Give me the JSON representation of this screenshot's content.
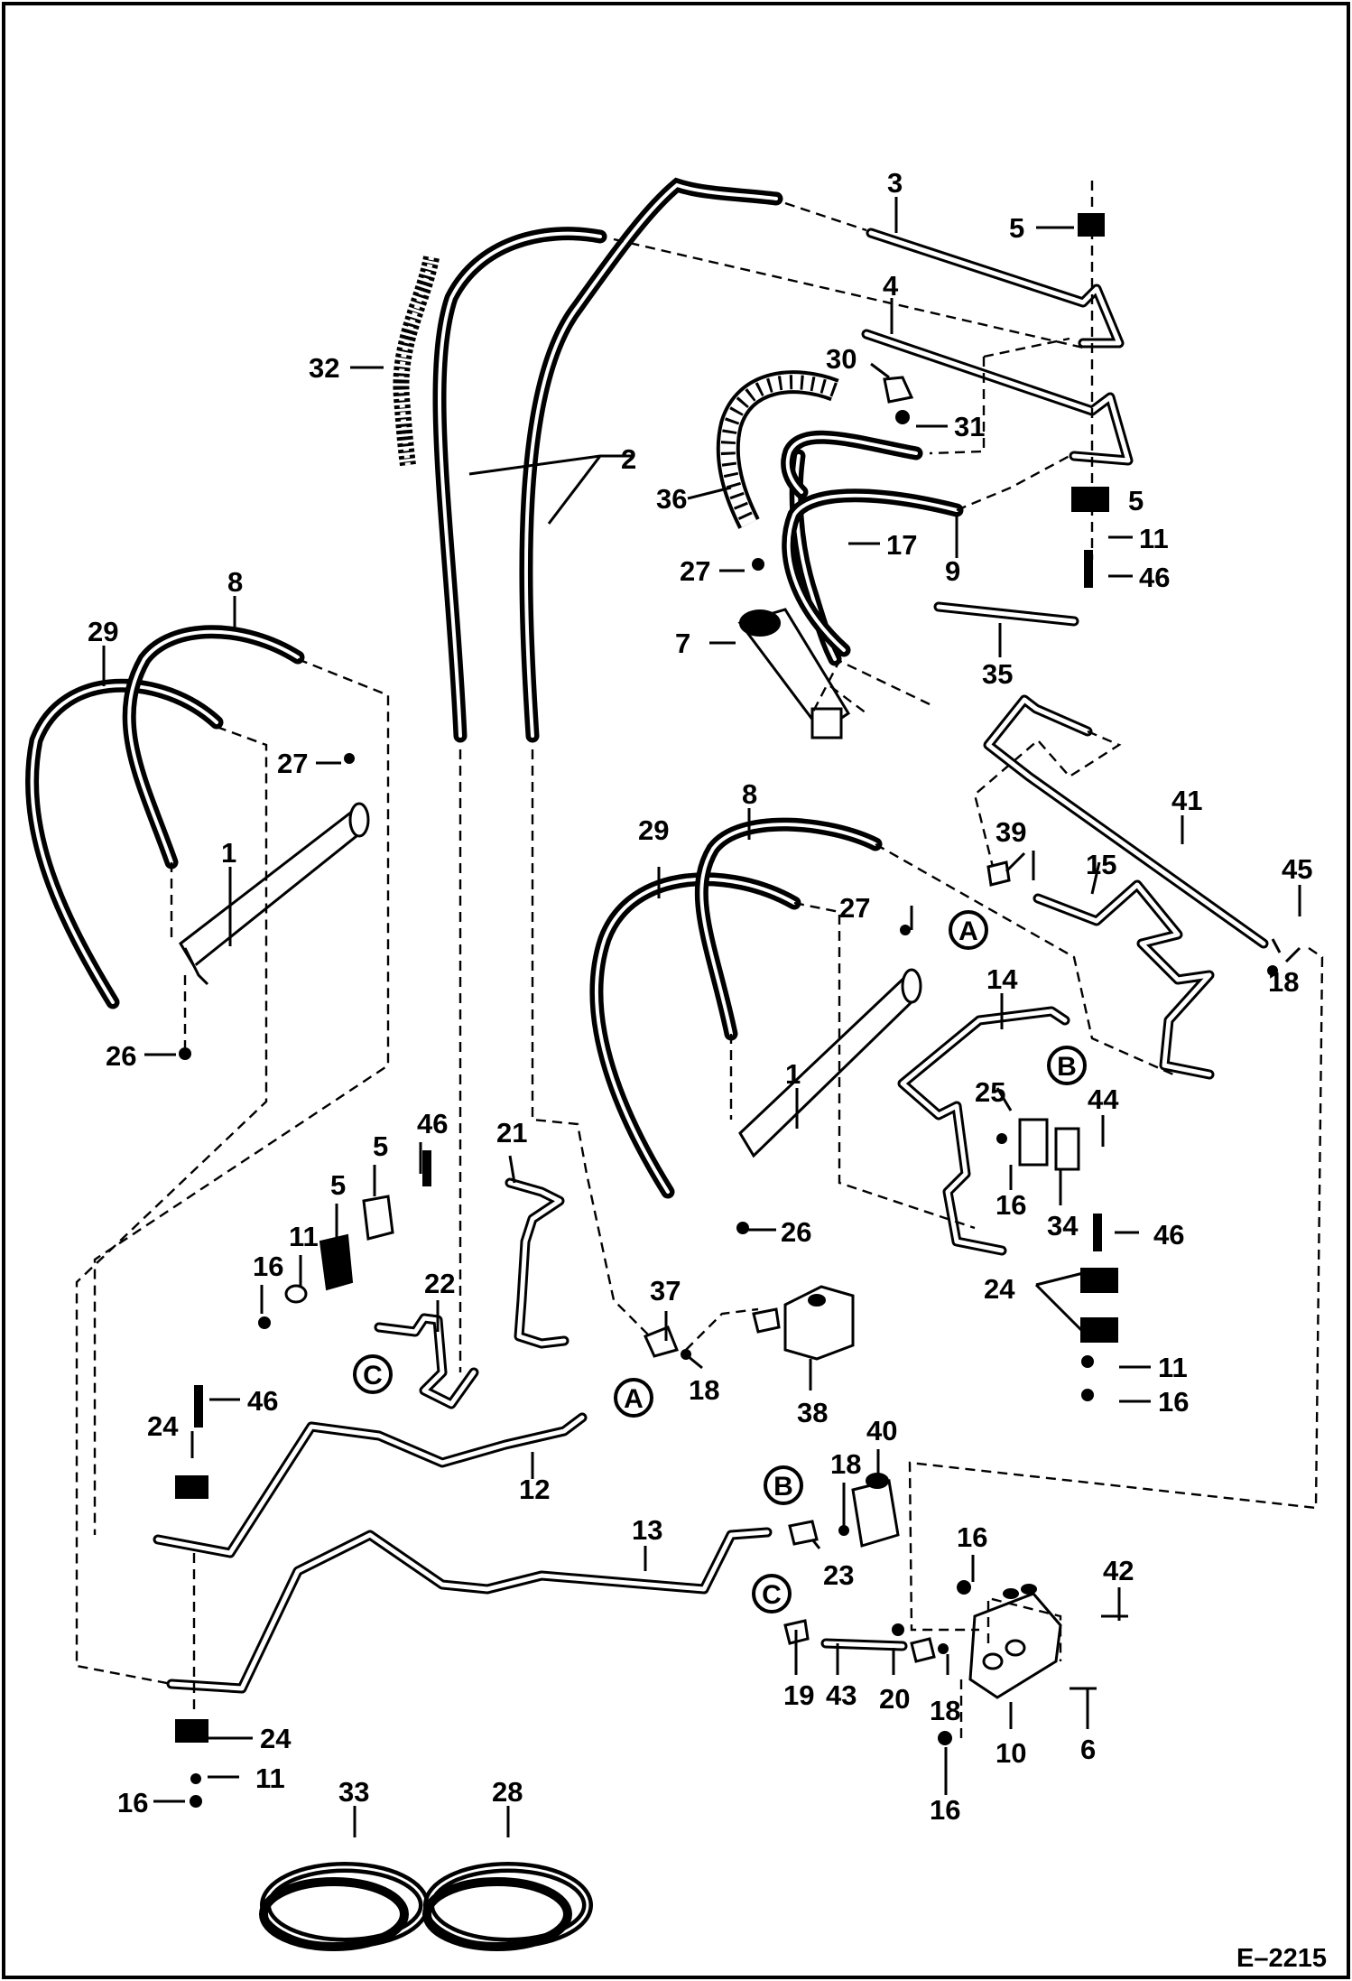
{
  "figure": {
    "drawing_number": "E–2215"
  },
  "callouts": {
    "c1a": "1",
    "c1b": "1",
    "c2": "2",
    "c3": "3",
    "c4": "4",
    "c5a": "5",
    "c5b": "5",
    "c5c": "5",
    "c5d": "5",
    "c6": "6",
    "c7": "7",
    "c8a": "8",
    "c8b": "8",
    "c9": "9",
    "c10": "10",
    "c11a": "11",
    "c11b": "11",
    "c11c": "11",
    "c11d": "11",
    "c12": "12",
    "c13": "13",
    "c14": "14",
    "c15": "15",
    "c16a": "16",
    "c16b": "16",
    "c16c": "16",
    "c16d": "16",
    "c16e": "16",
    "c16f": "16",
    "c17": "17",
    "c18a": "18",
    "c18b": "18",
    "c18c": "18",
    "c18d": "18",
    "c19": "19",
    "c20": "20",
    "c21": "21",
    "c22": "22",
    "c23": "23",
    "c24a": "24",
    "c24b": "24",
    "c24c": "24",
    "c25": "25",
    "c26a": "26",
    "c26b": "26",
    "c27a": "27",
    "c27b": "27",
    "c27c": "27",
    "c28": "28",
    "c29a": "29",
    "c29b": "29",
    "c30": "30",
    "c31": "31",
    "c32": "32",
    "c33": "33",
    "c34": "34",
    "c35": "35",
    "c36": "36",
    "c37": "37",
    "c38": "38",
    "c39": "39",
    "c40": "40",
    "c41": "41",
    "c42": "42",
    "c43": "43",
    "c44": "44",
    "c45": "45",
    "c46a": "46",
    "c46b": "46",
    "c46c": "46",
    "c46d": "46"
  },
  "connection_markers": {
    "a1": "A",
    "a2": "A",
    "b1": "B",
    "b2": "B",
    "c1": "C",
    "c2": "C"
  }
}
